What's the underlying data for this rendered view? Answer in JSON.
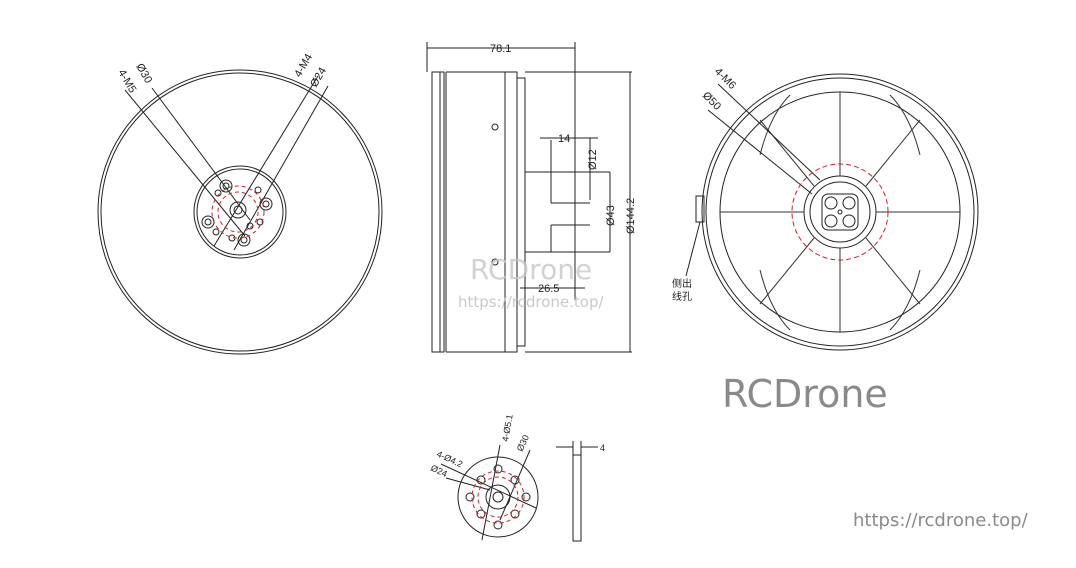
{
  "diagram": {
    "title": "Motor dimension drawing",
    "views": {
      "front": {
        "labels": [
          "4-M5",
          "Ø30",
          "4-M4",
          "Ø24"
        ]
      },
      "side": {
        "labels": [
          "78.1",
          "14",
          "Ø12",
          "Ø43",
          "Ø144.2",
          "26.5"
        ]
      },
      "rear": {
        "labels": [
          "4-M6",
          "Ø50"
        ],
        "cable_hole_label_line1": "侧出",
        "cable_hole_label_line2": "线孔"
      },
      "mount_plate": {
        "labels": [
          "4-Ø5.1",
          "Ø30",
          "4-Ø4.2",
          "Ø24"
        ],
        "thickness_label": "4"
      }
    },
    "accent_color": "#c0282c",
    "line_color": "#222222"
  },
  "watermark": {
    "brand": "RCDrone",
    "url": "https://rcdrone.top/",
    "mid_brand": "RCDrone",
    "mid_url": "https://rcdrone.top/"
  }
}
